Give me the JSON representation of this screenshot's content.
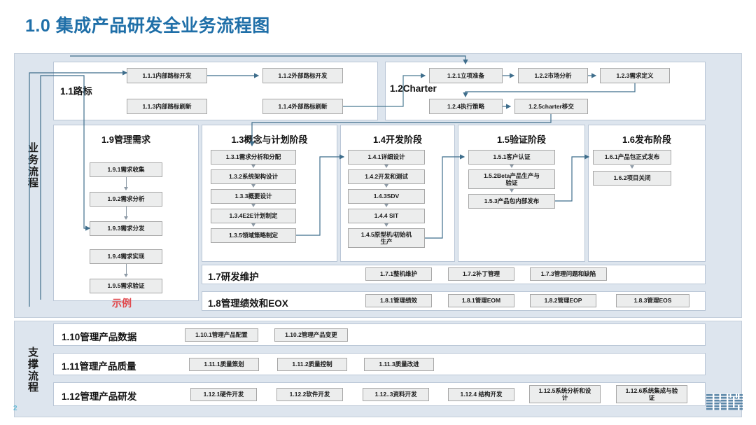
{
  "slide": {
    "title_num": "1.0",
    "title_text": "集成产品研发全业务流程图",
    "page_number": "2",
    "logo_name": "ibm-logo",
    "accent_color": "#1f6fa8",
    "band_fill": "#dde5ee",
    "box_fill": "#eceded",
    "connector_color": "#3f6e8c",
    "example_color": "#e0474c"
  },
  "bands": {
    "business": "业务流程",
    "business_chars": [
      "业",
      "务",
      "流",
      "程"
    ],
    "support": "支撑流程",
    "support_chars": [
      "支",
      "撑",
      "流",
      "程"
    ]
  },
  "roadmap": {
    "heading": "1.1路标",
    "boxes": [
      {
        "id": "1.1.1",
        "label": "1.1.1内部路标开发"
      },
      {
        "id": "1.1.2",
        "label": "1.1.2外部路标开发"
      },
      {
        "id": "1.1.3",
        "label": "1.1.3内部路标刷新"
      },
      {
        "id": "1.1.4",
        "label": "1.1.4外部路标刷新"
      }
    ]
  },
  "charter": {
    "heading": "1.2Charter",
    "boxes": [
      {
        "id": "1.2.1",
        "label": "1.2.1立项准备"
      },
      {
        "id": "1.2.2",
        "label": "1.2.2市场分析"
      },
      {
        "id": "1.2.3",
        "label": "1.2.3需求定义"
      },
      {
        "id": "1.2.4",
        "label": "1.2.4执行策略"
      },
      {
        "id": "1.2.5",
        "label": "1.2.5charter移交"
      }
    ]
  },
  "columns": [
    {
      "key": "manage-requirements",
      "header": "1.9管理需求",
      "note": "示例",
      "boxes": [
        {
          "id": "1.9.1",
          "label": "1.9.1需求收集"
        },
        {
          "id": "1.9.2",
          "label": "1.9.2需求分析"
        },
        {
          "id": "1.9.3",
          "label": "1.9.3需求分发"
        },
        {
          "id": "1.9.4",
          "label": "1.9.4需求实现"
        },
        {
          "id": "1.9.5",
          "label": "1.9.5需求验证"
        }
      ]
    },
    {
      "key": "concept-plan",
      "header": "1.3概念与计划阶段",
      "boxes": [
        {
          "id": "1.3.1",
          "label": "1.3.1需求分析和分配"
        },
        {
          "id": "1.3.2",
          "label": "1.3.2系统架构设计"
        },
        {
          "id": "1.3.3",
          "label": "1.3.3概要设计"
        },
        {
          "id": "1.3.4",
          "label": "1.3.4E2E计划制定"
        },
        {
          "id": "1.3.5",
          "label": "1.3.5领域策略制定"
        }
      ]
    },
    {
      "key": "development",
      "header": "1.4开发阶段",
      "boxes": [
        {
          "id": "1.4.1",
          "label": "1.4.1详细设计"
        },
        {
          "id": "1.4.2",
          "label": "1.4.2开发和测试"
        },
        {
          "id": "1.4.3",
          "label": "1.4.3SDV"
        },
        {
          "id": "1.4.4",
          "label": "1.4.4 SIT"
        },
        {
          "id": "1.4.5",
          "label": "1.4.5原型机/初始机\n生产"
        }
      ]
    },
    {
      "key": "verification",
      "header": "1.5验证阶段",
      "boxes": [
        {
          "id": "1.5.1",
          "label": "1.5.1客户认证"
        },
        {
          "id": "1.5.2",
          "label": "1.5.2Beta产品生产与\n验证"
        },
        {
          "id": "1.5.3",
          "label": "1.5.3产品包内部发布"
        }
      ]
    },
    {
      "key": "release",
      "header": "1.6发布阶段",
      "boxes": [
        {
          "id": "1.6.1",
          "label": "1.6.1产品包正式发布"
        },
        {
          "id": "1.6.2",
          "label": "1.6.2项目关闭"
        }
      ]
    }
  ],
  "rows": [
    {
      "key": "rd-maintenance",
      "heading": "1.7研发维护",
      "boxes": [
        {
          "id": "1.7.1",
          "label": "1.7.1整机维护"
        },
        {
          "id": "1.7.2",
          "label": "1.7.2补丁管理"
        },
        {
          "id": "1.7.3",
          "label": "1.7.3管理问题和缺陷"
        }
      ]
    },
    {
      "key": "performance-eox",
      "heading": "1.8管理绩效和EOX",
      "boxes": [
        {
          "id": "1.8.1",
          "label": "1.8.1管理绩效"
        },
        {
          "id": "1.8.1b",
          "label": "1.8.1管理EOM"
        },
        {
          "id": "1.8.2",
          "label": "1.8.2管理EOP"
        },
        {
          "id": "1.8.3",
          "label": "1.8.3管理EOS"
        }
      ]
    },
    {
      "key": "product-data",
      "heading": "1.10管理产品数据",
      "boxes": [
        {
          "id": "1.10.1",
          "label": "1.10.1管理产品配置"
        },
        {
          "id": "1.10.2",
          "label": "1.10.2管理产品变更"
        }
      ]
    },
    {
      "key": "product-quality",
      "heading": "1.11管理产品质量",
      "boxes": [
        {
          "id": "1.11.1",
          "label": "1.11.1质量策划"
        },
        {
          "id": "1.11.2",
          "label": "1.11.2质量控制"
        },
        {
          "id": "1.11.3",
          "label": "1.11.3质量改进"
        }
      ]
    },
    {
      "key": "product-rd",
      "heading": "1.12管理产品研发",
      "boxes": [
        {
          "id": "1.12.1",
          "label": "1.12.1硬件开发"
        },
        {
          "id": "1.12.2",
          "label": "1.12.2软件开发"
        },
        {
          "id": "1.12.3",
          "label": "1.12..3资料开发"
        },
        {
          "id": "1.12.4",
          "label": "1.12.4 结构开发"
        },
        {
          "id": "1.12.5",
          "label": "1.12.5系统分析和设\n计"
        },
        {
          "id": "1.12.6",
          "label": "1.12.6系统集成与验\n证"
        }
      ]
    }
  ]
}
